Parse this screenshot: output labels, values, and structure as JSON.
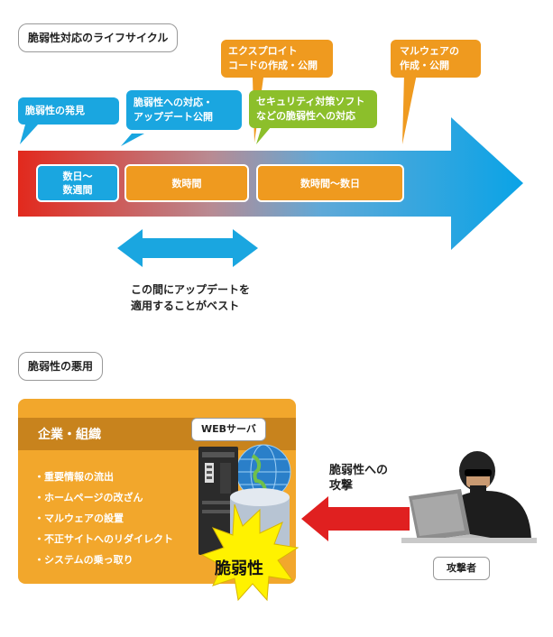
{
  "section1": {
    "title": "脆弱性対応のライフサイクル"
  },
  "callouts": {
    "discovery": "脆弱性の発見",
    "response_line1": "脆弱性への対応・",
    "response_line2": "アップデート公開",
    "exploit_line1": "エクスプロイト",
    "exploit_line2": "コードの作成・公開",
    "security_line1": "セキュリティ対策ソフト",
    "security_line2": "などの脆弱性への対応",
    "malware_line1": "マルウェアの",
    "malware_line2": "作成・公開"
  },
  "stages": {
    "stage1_line1": "数日〜",
    "stage1_line2": "数週間",
    "stage2": "数時間",
    "stage3": "数時間〜数日"
  },
  "best_window": {
    "line1": "この間にアップデートを",
    "line2": "適用することがベスト"
  },
  "section2": {
    "title": "脆弱性の悪用"
  },
  "panel": {
    "heading": "企業・組織",
    "items": [
      "・重要情報の流出",
      "・ホームページの改ざん",
      "・マルウェアの設置",
      "・不正サイトへのリダイレクト",
      "・システムの乗っ取り"
    ],
    "server_label": "WEBサーバ",
    "burst_label": "脆弱性"
  },
  "attack": {
    "label_line1": "脆弱性への",
    "label_line2": "攻撃",
    "attacker_label": "攻撃者"
  },
  "colors": {
    "orange": "#ef9a1f",
    "blue": "#1aa6e0",
    "green": "#8cbf2b",
    "red": "#e02020",
    "burst": "#fff200"
  }
}
